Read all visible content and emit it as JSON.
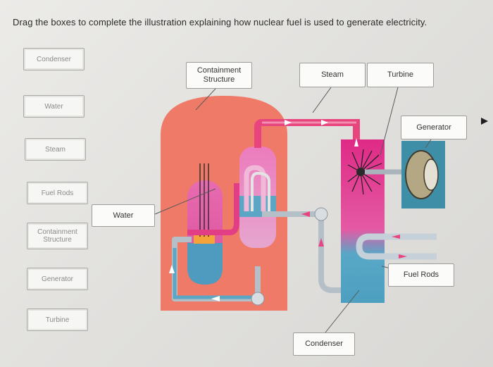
{
  "instruction": "Drag the boxes to complete the illustration explaining how nuclear fuel is used to generate electricity.",
  "draggable_boxes": [
    {
      "label": "Condenser"
    },
    {
      "label": "Water"
    },
    {
      "label": "Steam"
    },
    {
      "label": "Fuel Rods"
    },
    {
      "label": "Containment\nStructure"
    },
    {
      "label": "Generator"
    },
    {
      "label": "Turbine"
    }
  ],
  "placed_labels": {
    "containment": "Containment\nStructure",
    "steam": "Steam",
    "turbine": "Turbine",
    "generator": "Generator",
    "water": "Water",
    "fuel_rods": "Fuel Rods",
    "condenser": "Condenser"
  },
  "colors": {
    "containment": "#ef7a68",
    "hot_pipe": "#e8457f",
    "cool_pipe": "#a6b4bf",
    "steam_gen": "#e888c2",
    "water": "#5aa6c4",
    "turbine_housing": "#e0308a"
  }
}
